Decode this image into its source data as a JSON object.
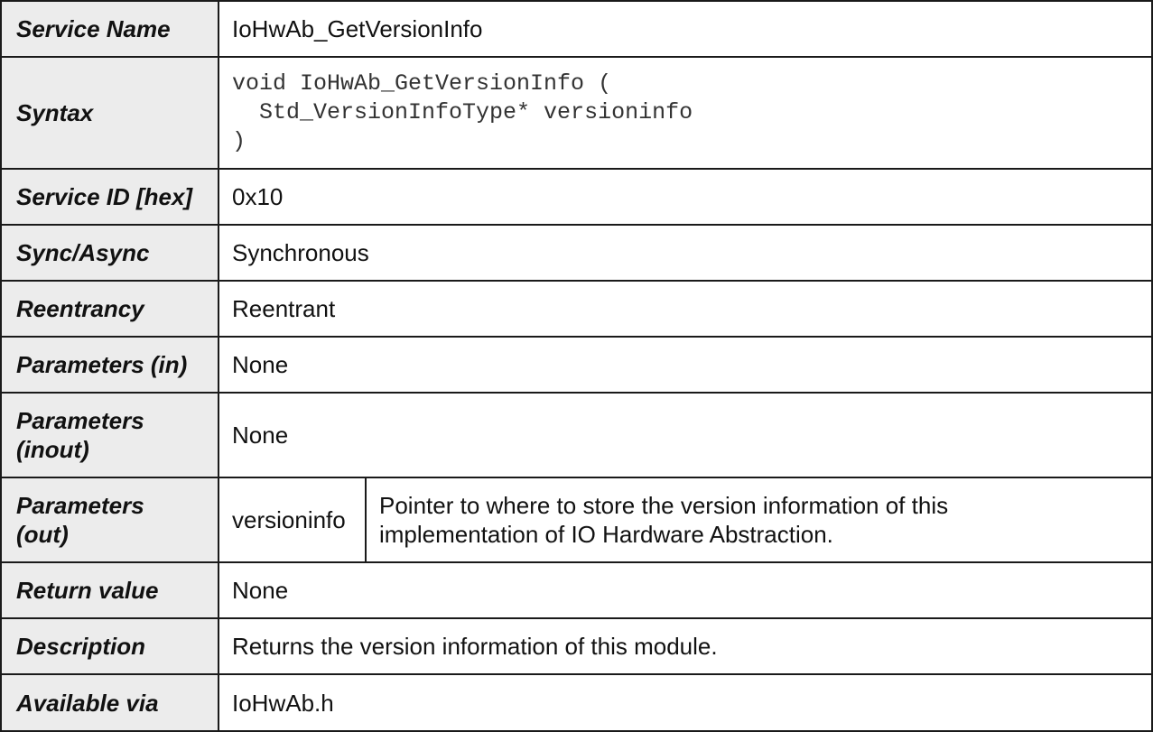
{
  "rows": {
    "service_name": {
      "label": "Service Name",
      "value": "IoHwAb_GetVersionInfo"
    },
    "syntax": {
      "label": "Syntax",
      "lines": [
        "void IoHwAb_GetVersionInfo (",
        "  Std_VersionInfoType* versioninfo",
        ")"
      ]
    },
    "service_id": {
      "label": "Service ID [hex]",
      "value": "0x10"
    },
    "sync_async": {
      "label": "Sync/Async",
      "value": "Synchronous"
    },
    "reentrancy": {
      "label": "Reentrancy",
      "value": "Reentrant"
    },
    "params_in": {
      "label": "Parameters (in)",
      "value": "None"
    },
    "params_inout": {
      "label_line1": "Parameters",
      "label_line2": "(inout)",
      "value": "None"
    },
    "params_out": {
      "label_line1": "Parameters",
      "label_line2": "(out)",
      "param_name": "versioninfo",
      "param_desc_line1": "Pointer to where to store the version information of this",
      "param_desc_line2": "implementation of IO Hardware Abstraction."
    },
    "return_value": {
      "label": "Return value",
      "value": "None"
    },
    "description": {
      "label": "Description",
      "value": "Returns the version information of this module."
    },
    "available_via": {
      "label": "Available via",
      "value": "IoHwAb.h"
    }
  }
}
